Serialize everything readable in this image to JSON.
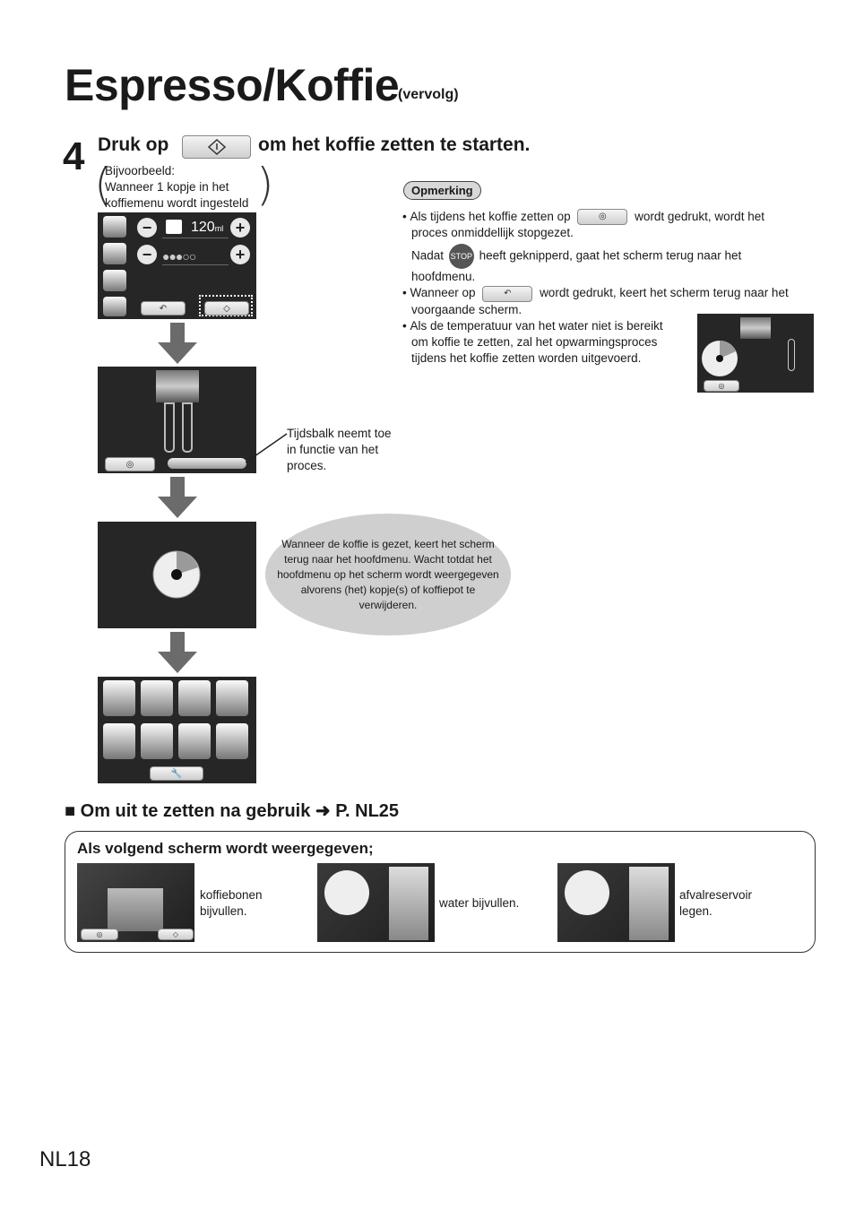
{
  "title": "Espresso/Koffie",
  "title_suffix": "(vervolg)",
  "step": {
    "number": "4",
    "text_before": "Druk op",
    "text_after": "om het koffie zetten te starten."
  },
  "example": {
    "line1": "Bijvoorbeeld:",
    "line2": "Wanneer 1 kopje in het",
    "line3": "koffiemenu wordt ingesteld"
  },
  "screen1": {
    "volume": "120",
    "volume_unit": "ml"
  },
  "progress_label": {
    "line1": "Tijdsbalk neemt toe",
    "line2": "in functie van het",
    "line3": "proces."
  },
  "bubble": {
    "text": "Wanneer de koffie is gezet, keert het scherm terug naar het hoofdmenu. Wacht totdat het hoofdmenu op het scherm wordt weergegeven alvorens (het) kopje(s) of koffiepot te verwijderen."
  },
  "note": {
    "badge": "Opmerking",
    "b1_before": "Als tijdens het koffie zetten op",
    "b1_after": "wordt gedrukt, wordt het",
    "b1_line2": "proces onmiddellijk stopgezet.",
    "b1_nadat": "Nadat",
    "stop_label": "STOP",
    "b1_after_stop": "heeft geknipperd, gaat het scherm terug naar het",
    "b1_line4": "hoofdmenu.",
    "b2_before": "Wanneer op",
    "b2_after": "wordt gedrukt, keert het scherm terug naar het",
    "b2_line2": "voorgaande scherm.",
    "b3_line1": "Als de temperatuur van het water niet is bereikt",
    "b3_line2": "om koffie te zetten, zal het opwarmingsproces",
    "b3_line3": "tijdens het koffie zetten worden uitgevoerd."
  },
  "section": {
    "title": "Om uit te zetten na gebruik",
    "ref": "P. NL25"
  },
  "frame": {
    "title": "Als volgend scherm wordt weergegeven;",
    "items": [
      {
        "line1": "koffiebonen",
        "line2": "bijvullen."
      },
      {
        "line1": "water bijvullen.",
        "line2": ""
      },
      {
        "line1": "afvalreservoir",
        "line2": "legen."
      }
    ]
  },
  "page_number": "NL18",
  "colors": {
    "screen": "#262626",
    "arrow": "#6b6b6b",
    "bubble": "#cfcfcf"
  }
}
